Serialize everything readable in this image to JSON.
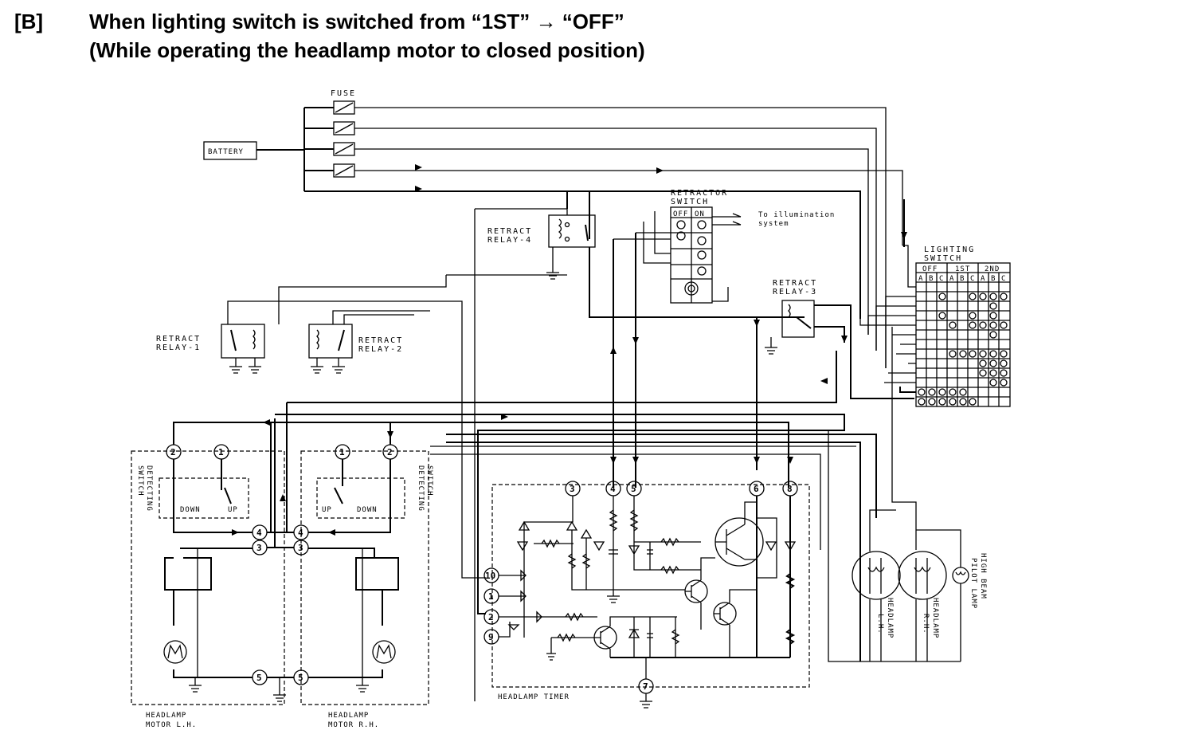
{
  "header": {
    "tag": "[B]",
    "line1": "When lighting switch is switched from “1ST” → “OFF”",
    "line2": "(While operating the headlamp motor to closed position)"
  },
  "labels": {
    "fuse": "FUSE",
    "battery": "BATTERY",
    "retractor_switch_1": "RETRACTOR",
    "retractor_switch_2": "SWITCH",
    "rs_off": "OFF",
    "rs_on": "ON",
    "illum_1": "To illumination",
    "illum_2": "system",
    "relay4_1": "RETRACT",
    "relay4_2": "RELAY-4",
    "relay3_1": "RETRACT",
    "relay3_2": "RELAY-3",
    "relay1_1": "RETRACT",
    "relay1_2": "RELAY-1",
    "relay2_1": "RETRACT",
    "relay2_2": "RELAY-2",
    "lighting_switch_1": "LIGHTING",
    "lighting_switch_2": "SWITCH",
    "ls_off": "OFF",
    "ls_1st": "1ST",
    "ls_2nd": "2ND",
    "ls_cols": [
      "A",
      "B",
      "C",
      "A",
      "B",
      "C",
      "A",
      "B",
      "C"
    ],
    "det_switch_1": "DETECTING",
    "det_switch_2": "SWITCH",
    "down": "DOWN",
    "up": "UP",
    "motor_lh_1": "HEADLAMP",
    "motor_lh_2": "MOTOR L.H.",
    "motor_rh_1": "HEADLAMP",
    "motor_rh_2": "MOTOR R.H.",
    "timer": "HEADLAMP TIMER",
    "headlamp_lh_1": "HEADLAMP",
    "headlamp_lh_2": "L.H.",
    "headlamp_rh_1": "HEADLAMP",
    "headlamp_rh_2": "R.H.",
    "pilot_1": "HIGH BEAM",
    "pilot_2": "PILOT LAMP"
  },
  "terminals": {
    "lh": [
      "2",
      "1",
      "4",
      "3",
      "5"
    ],
    "rh": [
      "1",
      "2",
      "4",
      "3",
      "5"
    ],
    "timer": [
      "3",
      "4",
      "5",
      "6",
      "8",
      "10",
      "1",
      "2",
      "9",
      "7"
    ]
  }
}
